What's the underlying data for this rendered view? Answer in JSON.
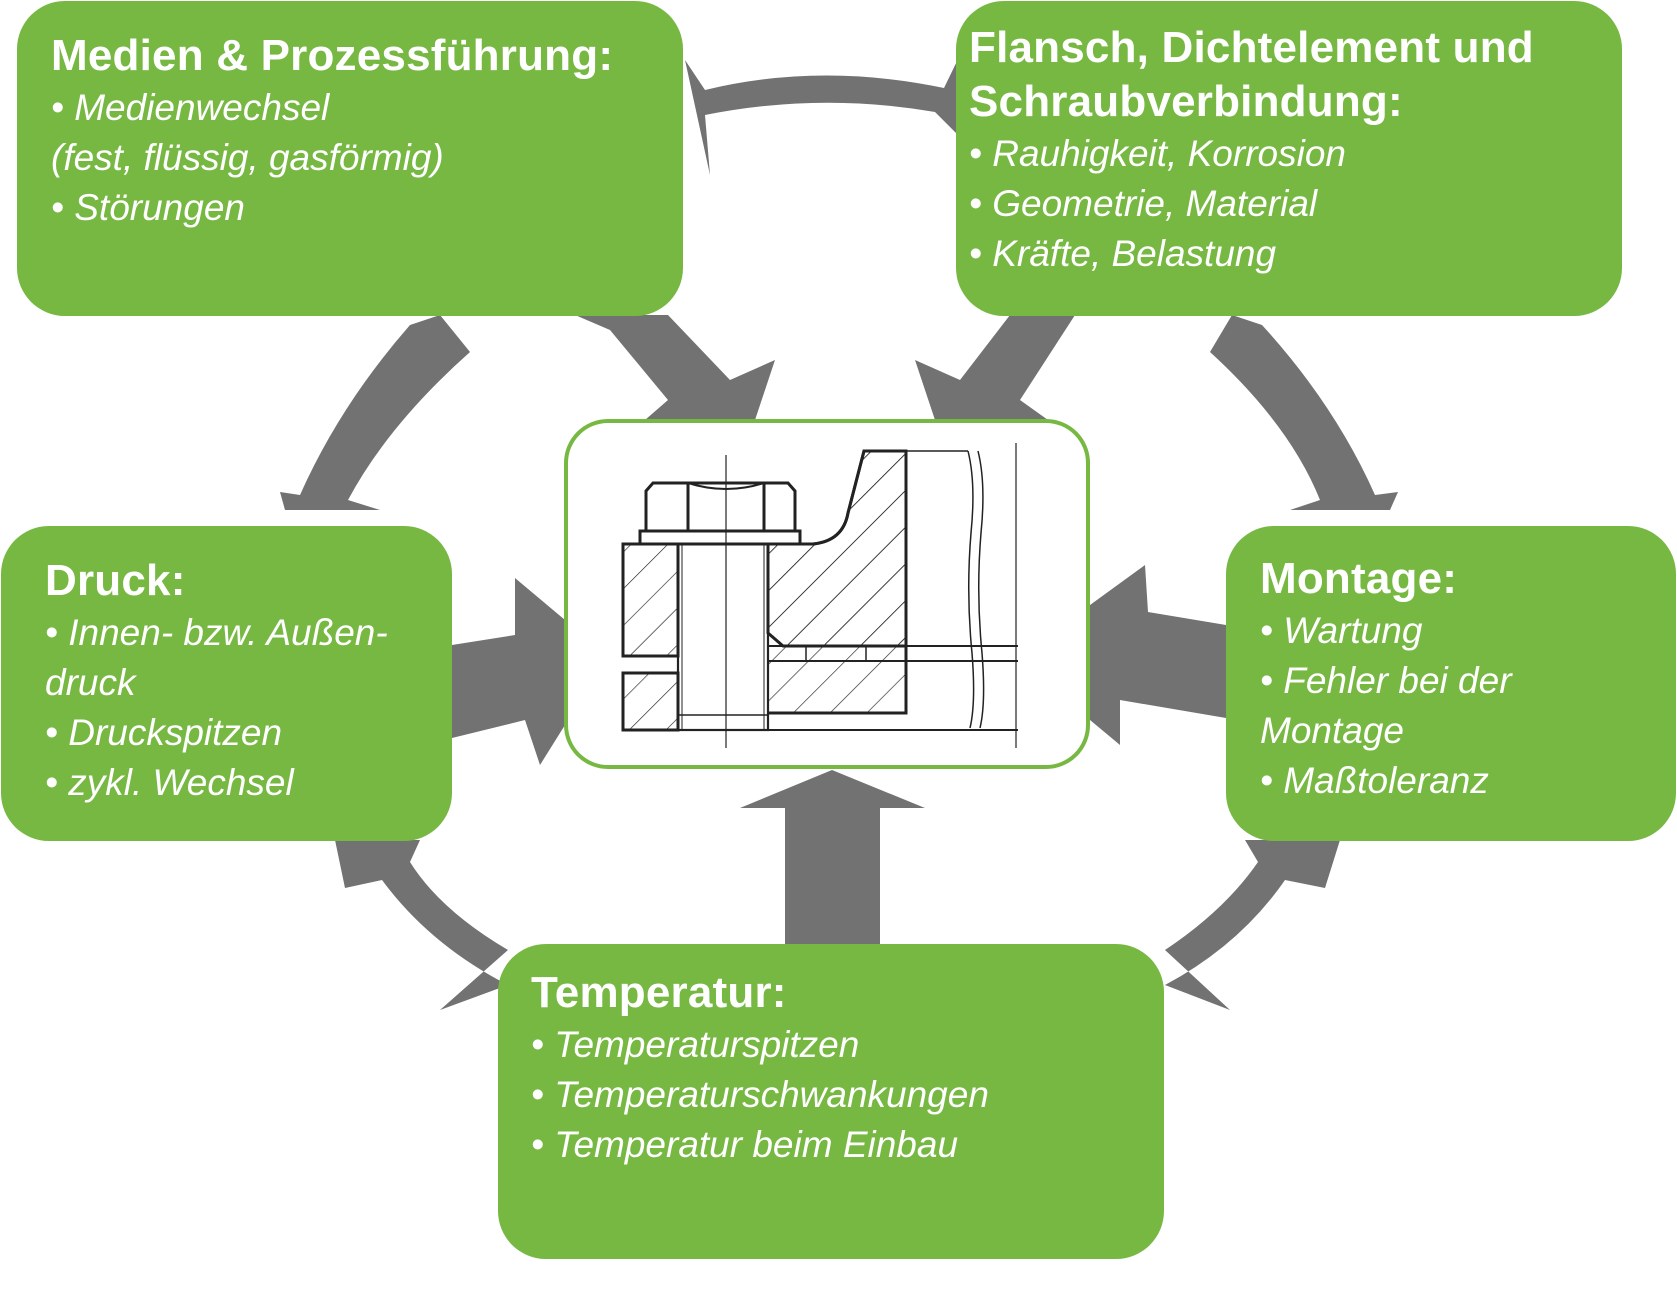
{
  "colors": {
    "box_fill": "#77b843",
    "arrow_fill": "#737273",
    "text": "#ffffff",
    "drawing_line": "#222222"
  },
  "nodes": {
    "medien": {
      "title": "Medien & Prozessführung:",
      "items": [
        "• Medienwechsel",
        "(fest, flüssig, gasförmig)",
        "• Störungen"
      ]
    },
    "flansch": {
      "title": "Flansch, Dichtelement und Schraubverbindung:",
      "items": [
        "• Rauhigkeit,  Korrosion",
        "• Geometrie, Material",
        "• Kräfte, Belastung"
      ]
    },
    "druck": {
      "title": "Druck:",
      "items": [
        "• Innen- bzw. Außen-",
        "druck",
        "• Druckspitzen",
        "• zykl. Wechsel"
      ]
    },
    "montage": {
      "title": "Montage:",
      "items": [
        "• Wartung",
        "• Fehler bei der",
        "Montage",
        "• Maßtoleranz"
      ]
    },
    "temperatur": {
      "title": "Temperatur:",
      "items": [
        "• Temperaturspitzen",
        "• Temperaturschwankungen",
        "• Temperatur beim Einbau"
      ]
    }
  },
  "center_image": {
    "icon": "bolted-flange-cross-section-icon"
  }
}
